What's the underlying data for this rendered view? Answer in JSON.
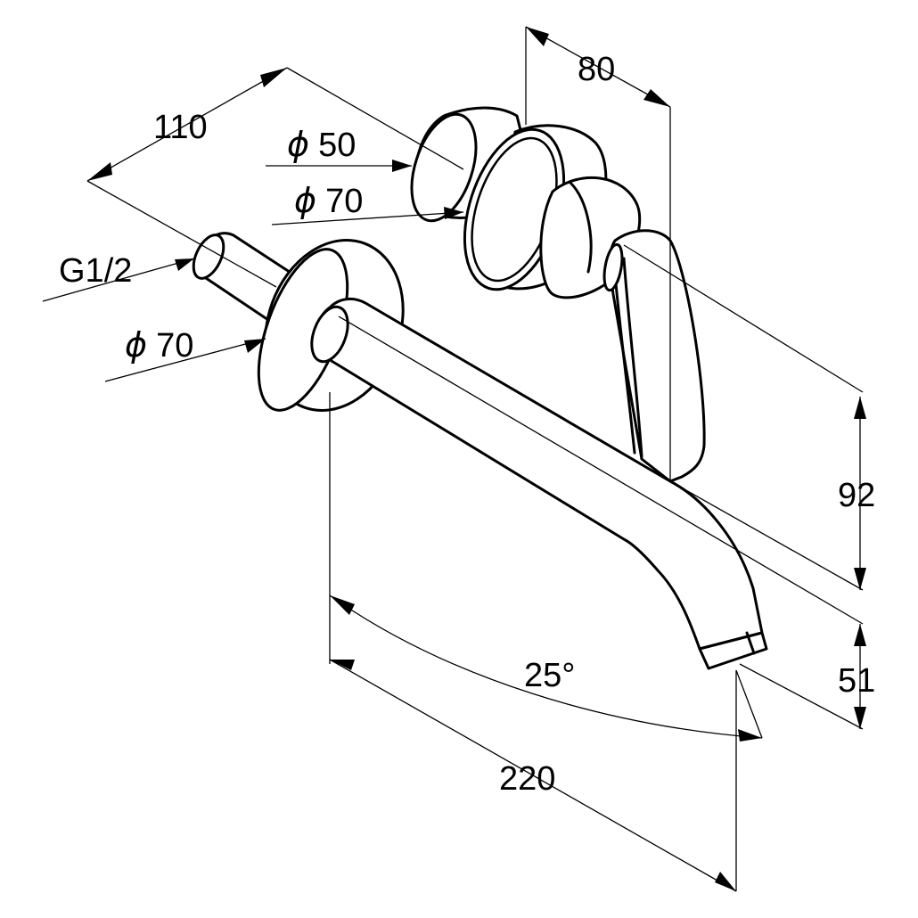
{
  "dimensions": {
    "depth_to_handle": "80",
    "wall_plate_depth": "110",
    "handle_rosette_diameter": "50",
    "handle_body_diameter": "70",
    "thread": "G1/2",
    "spout_rosette_diameter": "70",
    "handle_height": "92",
    "spout_height": "51",
    "spout_angle": "25°",
    "spout_reach": "220"
  },
  "symbols": {
    "diameter": "ϕ"
  },
  "colors": {
    "line": "#000000",
    "background": "#ffffff"
  }
}
